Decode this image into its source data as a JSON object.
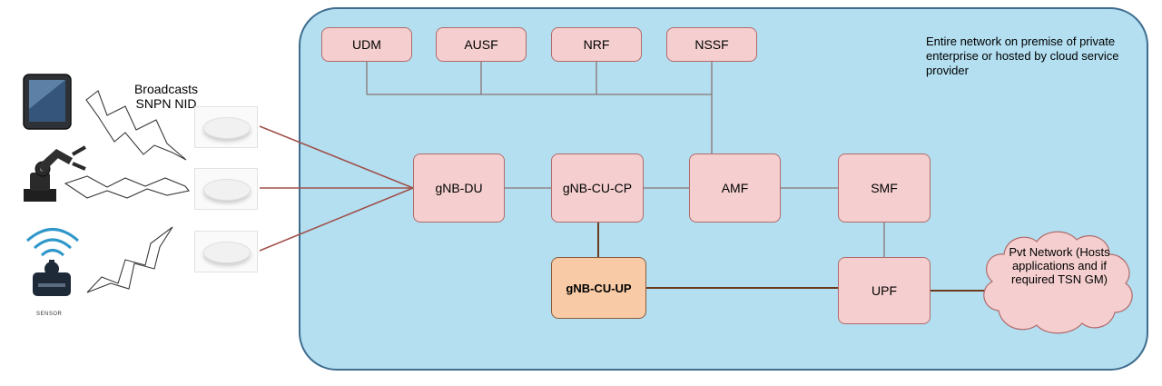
{
  "diagram": {
    "premise_note": "Entire network on premise of private enterprise or hosted by cloud service provider",
    "broadcast_label": "Broadcasts SNPN NID",
    "sensor_label": "SENSOR",
    "cloud_text": "Pvt Network (Hosts applications and if required TSN GM)",
    "nodes": {
      "udm": "UDM",
      "ausf": "AUSF",
      "nrf": "NRF",
      "nssf": "NSSF",
      "gnb_du": "gNB-DU",
      "gnb_cu_cp": "gNB-CU-CP",
      "amf": "AMF",
      "smf": "SMF",
      "gnb_cu_up": "gNB-CU-UP",
      "upf": "UPF"
    },
    "devices": [
      "tablet-icon",
      "robot-arm-icon",
      "sensor-icon"
    ],
    "colors": {
      "premise_fill": "#b3dff0",
      "premise_border": "#3e6d8f",
      "nf_fill": "#f5cfcf",
      "cu_up_fill": "#f8cba6",
      "radio_link": "#a0524b",
      "cu_link": "#6b3b1c"
    }
  }
}
